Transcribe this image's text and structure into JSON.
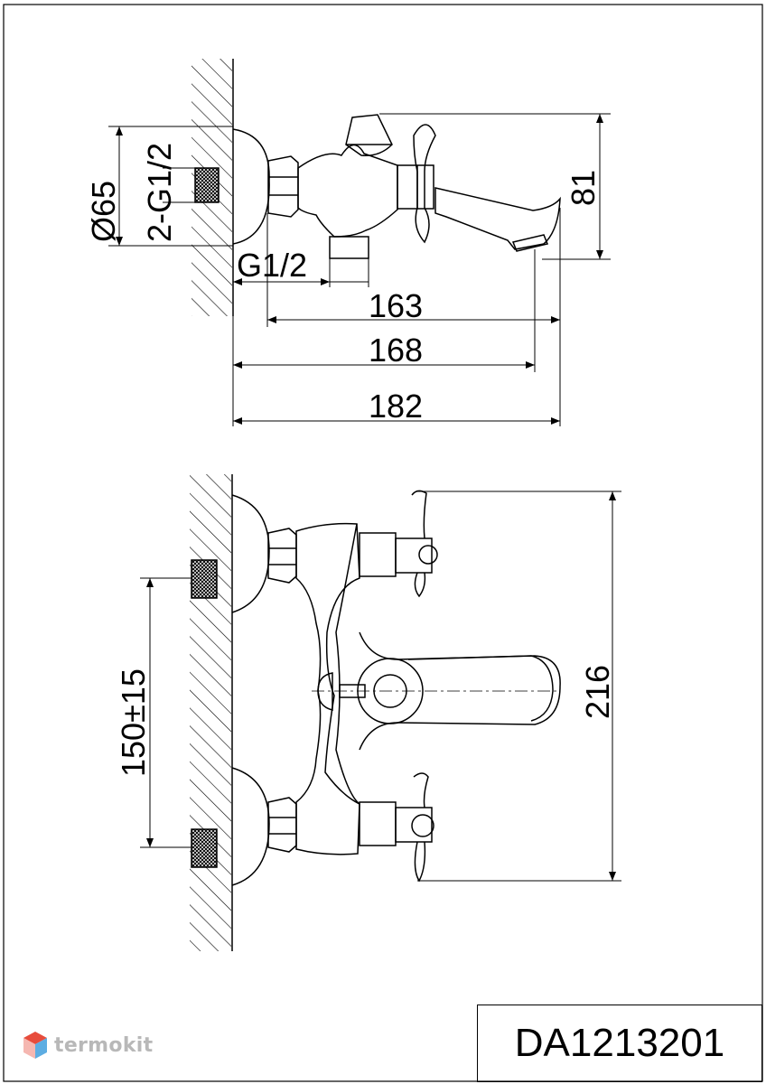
{
  "drawing": {
    "product_code": "DA1213201",
    "watermark": "termokit",
    "side_view": {
      "dim_diameter": "Ø65",
      "dim_thread_inlets": "2-G1/2",
      "dim_outlet_thread": "G1/2",
      "dim_height": "81",
      "dim_163": "163",
      "dim_168": "168",
      "dim_182": "182"
    },
    "front_view": {
      "dim_centers": "150±15",
      "dim_width": "216"
    }
  },
  "colors": {
    "line": "#000000",
    "logo_text": "#b8b8b8",
    "logo_top": "#e74c3c",
    "logo_right": "#5dade2",
    "logo_left": "#f5b7b1"
  }
}
